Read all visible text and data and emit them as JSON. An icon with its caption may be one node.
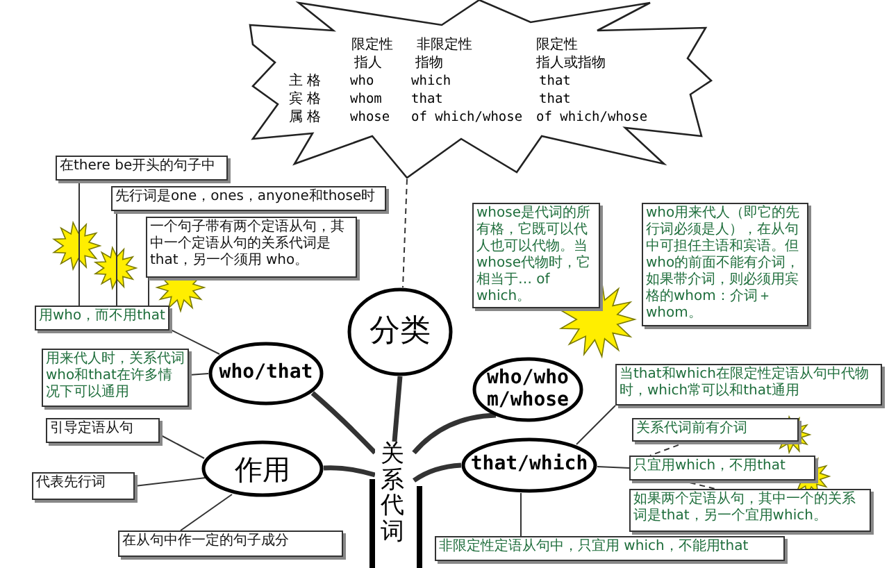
{
  "diagram": {
    "nodes": [
      {
        "text": [],
        "shape": "starburst"
      },
      {
        "text": [
          "分类"
        ]
      },
      {
        "text": [
          "who/that"
        ]
      },
      {
        "text": [
          "who/whom/whose"
        ]
      },
      {
        "text": [
          "that/which"
        ]
      },
      {
        "text": [
          "作用"
        ]
      },
      {
        "text": [
          "关系代词"
        ]
      },
      {
        "text": [
          "在there be开头的句子中"
        ]
      },
      {
        "text": [
          "先行词是one，ones，anyone和those时"
        ]
      },
      {
        "text": [
          "一个句子带有两个定语从句，其中一个定语从句的关系代词是that，另一个须用 who。"
        ]
      },
      {
        "text": [
          "用who，而不用that"
        ]
      },
      {
        "text": [
          "用来代人时，关系代词who和that在许多情况下可以通用"
        ]
      },
      {
        "text": [
          "whose是代词的所有格，它既可以代人也可以代物。当whose代物时，它相当于… of which。"
        ]
      },
      {
        "text": [
          "who用来代人（即它的先行词必须是人），在从句中可担任主语和宾语。但who的前面不能有介词，如果带介词，则必须用宾格的whom：介词＋whom。"
        ]
      },
      {
        "text": [
          "当that和which在限定性定语从句中代物时，which常可以和that通用"
        ]
      },
      {
        "text": [
          "关系代词前有介词"
        ]
      },
      {
        "text": [
          "只宜用which，不用that"
        ]
      },
      {
        "text": [
          "如果两个定语从句，其中一个的关系词是that，另一个宜用which。"
        ]
      },
      {
        "text": [
          "非限定性定语从句中，只宜用 which，不能用that"
        ]
      },
      {
        "text": [
          "引导定语从句"
        ]
      },
      {
        "text": [
          "代表先行词"
        ]
      },
      {
        "text": [
          "在从句中作一定的句子成分"
        ]
      }
    ],
    "edges": [
      {
        "from": 0,
        "to": 1,
        "arrow": "none",
        "style": "dashed"
      },
      {
        "from": 6,
        "to": 1,
        "arrow": "none",
        "style": "thick"
      },
      {
        "from": 6,
        "to": 2,
        "arrow": "none",
        "style": "thick"
      },
      {
        "from": 6,
        "to": 3,
        "arrow": "none",
        "style": "thick"
      },
      {
        "from": 6,
        "to": 4,
        "arrow": "none",
        "style": "thick"
      },
      {
        "from": 6,
        "to": 5,
        "arrow": "none",
        "style": "thick"
      },
      {
        "from": 7,
        "to": 10,
        "arrow": "none"
      },
      {
        "from": 8,
        "to": 10,
        "arrow": "none"
      },
      {
        "from": 9,
        "to": 10,
        "arrow": "none"
      },
      {
        "from": 10,
        "to": 2,
        "arrow": "none"
      },
      {
        "from": 11,
        "to": 2,
        "arrow": "none"
      },
      {
        "from": 14,
        "to": 4,
        "arrow": "none"
      },
      {
        "from": 16,
        "to": 4,
        "arrow": "none"
      },
      {
        "from": 15,
        "to": 16,
        "arrow": "none",
        "style": "dashed"
      },
      {
        "from": 16,
        "to": 17,
        "arrow": "none",
        "style": "dashed"
      },
      {
        "from": 18,
        "to": 4,
        "arrow": "none"
      },
      {
        "from": 19,
        "to": 5,
        "arrow": "none"
      },
      {
        "from": 20,
        "to": 5,
        "arrow": "none"
      },
      {
        "from": 21,
        "to": 5,
        "arrow": "none"
      }
    ],
    "labels": [
      "限定性",
      "非限定性",
      "限定性",
      "指人",
      "指物",
      "指人或指物",
      "主 格",
      "who",
      "which",
      "that",
      "宾 格",
      "whom",
      "that",
      "that",
      "属 格",
      "whose",
      "of which/whose",
      "of which/whose"
    ]
  }
}
